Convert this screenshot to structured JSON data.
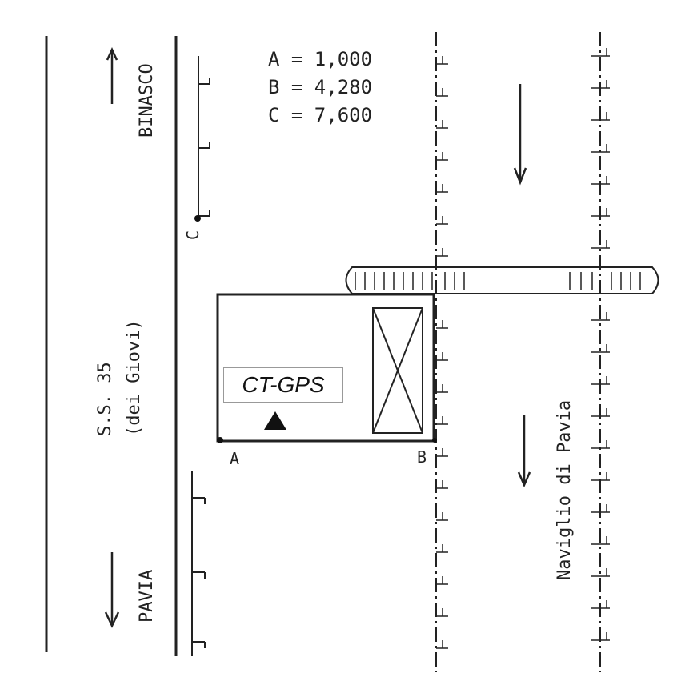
{
  "legend": {
    "a": "A = 1,000",
    "b": "B = 4,280",
    "c": "C = 7,600"
  },
  "labels": {
    "binasco": "BINASCO",
    "pavia": "PAVIA",
    "road_line1": "S.S. 35",
    "road_line2": "(dei Giovi)",
    "canal": "Naviglio di Pavia",
    "gps": "CT-GPS",
    "point_a": "A",
    "point_b": "B",
    "point_c": "C"
  },
  "colors": {
    "ink": "#222222",
    "marker": "#111111"
  }
}
